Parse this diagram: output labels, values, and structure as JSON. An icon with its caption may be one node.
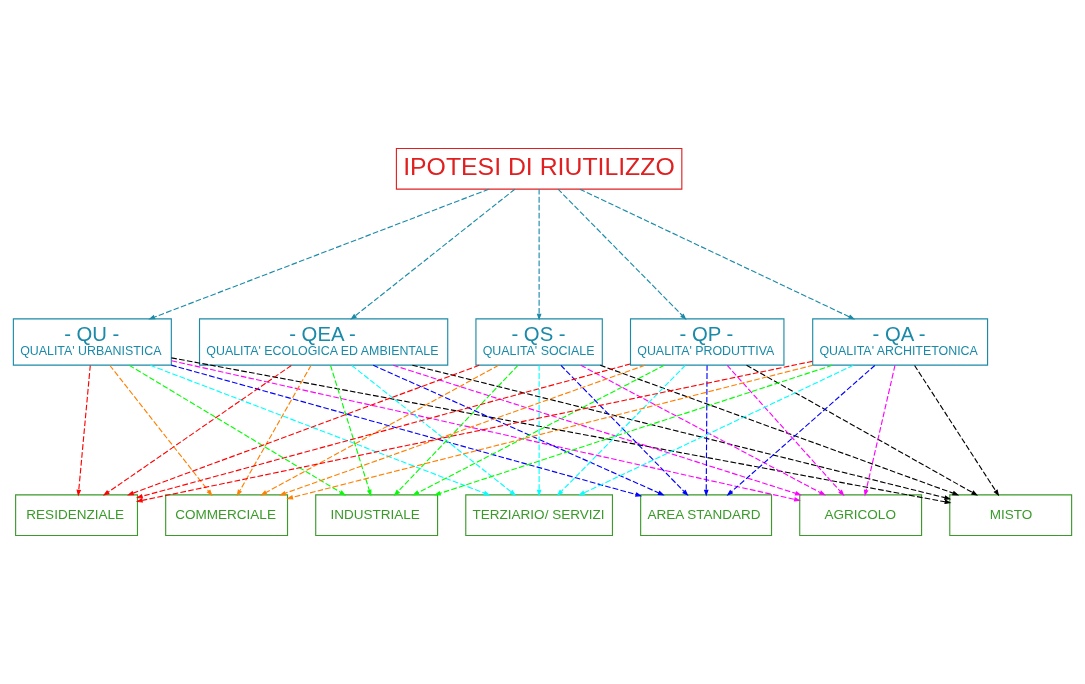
{
  "diagram": {
    "nodes": [
      {
        "text": [
          "IPOTESI DI RIUTILIZZO"
        ]
      },
      {
        "text": [
          "- QU -",
          "QUALITA' URBANISTICA"
        ]
      },
      {
        "text": [
          "- QEA -",
          "QUALITA' ECOLOGICA ED AMBIENTALE"
        ]
      },
      {
        "text": [
          "- QS -",
          "QUALITA' SOCIALE"
        ]
      },
      {
        "text": [
          "- QP -",
          "QUALITA' PRODUTTIVA"
        ]
      },
      {
        "text": [
          "- QA -",
          "QUALITA' ARCHITETONICA"
        ]
      },
      {
        "text": [
          "RESIDENZIALE"
        ]
      },
      {
        "text": [
          "COMMERCIALE"
        ]
      },
      {
        "text": [
          "INDUSTRIALE"
        ]
      },
      {
        "text": [
          "TERZIARIO/ SERVIZI"
        ]
      },
      {
        "text": [
          "AREA STANDARD"
        ]
      },
      {
        "text": [
          "AGRICOLO"
        ]
      },
      {
        "text": [
          "MISTO"
        ]
      }
    ],
    "edges": [
      {
        "from": 0,
        "to": 1,
        "arrow": "to",
        "style": "dashed",
        "color": "#1a8aa8"
      },
      {
        "from": 0,
        "to": 2,
        "arrow": "to",
        "style": "dashed",
        "color": "#1a8aa8"
      },
      {
        "from": 0,
        "to": 3,
        "arrow": "to",
        "style": "dashed",
        "color": "#1a8aa8"
      },
      {
        "from": 0,
        "to": 4,
        "arrow": "to",
        "style": "dashed",
        "color": "#1a8aa8"
      },
      {
        "from": 0,
        "to": 5,
        "arrow": "to",
        "style": "dashed",
        "color": "#1a8aa8"
      },
      {
        "from": 1,
        "to": 6,
        "arrow": "to",
        "style": "dashed",
        "color": "#ff0000"
      },
      {
        "from": 1,
        "to": 7,
        "arrow": "to",
        "style": "dashed",
        "color": "#ff8000"
      },
      {
        "from": 1,
        "to": 8,
        "arrow": "to",
        "style": "dashed",
        "color": "#00ff00"
      },
      {
        "from": 1,
        "to": 9,
        "arrow": "to",
        "style": "dashed",
        "color": "#00ffff"
      },
      {
        "from": 1,
        "to": 10,
        "arrow": "to",
        "style": "dashed",
        "color": "#0000ff"
      },
      {
        "from": 1,
        "to": 11,
        "arrow": "to",
        "style": "dashed",
        "color": "#ff00ff"
      },
      {
        "from": 1,
        "to": 12,
        "arrow": "to",
        "style": "dashed",
        "color": "#000000"
      },
      {
        "from": 2,
        "to": 6,
        "arrow": "to",
        "style": "dashed",
        "color": "#ff0000"
      },
      {
        "from": 2,
        "to": 7,
        "arrow": "to",
        "style": "dashed",
        "color": "#ff8000"
      },
      {
        "from": 2,
        "to": 8,
        "arrow": "to",
        "style": "dashed",
        "color": "#00ff00"
      },
      {
        "from": 2,
        "to": 9,
        "arrow": "to",
        "style": "dashed",
        "color": "#00ffff"
      },
      {
        "from": 2,
        "to": 10,
        "arrow": "to",
        "style": "dashed",
        "color": "#0000ff"
      },
      {
        "from": 2,
        "to": 11,
        "arrow": "to",
        "style": "dashed",
        "color": "#ff00ff"
      },
      {
        "from": 2,
        "to": 12,
        "arrow": "to",
        "style": "dashed",
        "color": "#000000"
      },
      {
        "from": 3,
        "to": 6,
        "arrow": "to",
        "style": "dashed",
        "color": "#ff0000"
      },
      {
        "from": 3,
        "to": 7,
        "arrow": "to",
        "style": "dashed",
        "color": "#ff8000"
      },
      {
        "from": 3,
        "to": 8,
        "arrow": "to",
        "style": "dashed",
        "color": "#00ff00"
      },
      {
        "from": 3,
        "to": 9,
        "arrow": "to",
        "style": "dashed",
        "color": "#00ffff"
      },
      {
        "from": 3,
        "to": 10,
        "arrow": "to",
        "style": "dashed",
        "color": "#0000ff"
      },
      {
        "from": 3,
        "to": 11,
        "arrow": "to",
        "style": "dashed",
        "color": "#ff00ff"
      },
      {
        "from": 3,
        "to": 12,
        "arrow": "to",
        "style": "dashed",
        "color": "#000000"
      },
      {
        "from": 4,
        "to": 6,
        "arrow": "to",
        "style": "dashed",
        "color": "#ff0000"
      },
      {
        "from": 4,
        "to": 7,
        "arrow": "to",
        "style": "dashed",
        "color": "#ff8000"
      },
      {
        "from": 4,
        "to": 8,
        "arrow": "to",
        "style": "dashed",
        "color": "#00ff00"
      },
      {
        "from": 4,
        "to": 9,
        "arrow": "to",
        "style": "dashed",
        "color": "#00ffff"
      },
      {
        "from": 4,
        "to": 10,
        "arrow": "to",
        "style": "dashed",
        "color": "#0000ff"
      },
      {
        "from": 4,
        "to": 11,
        "arrow": "to",
        "style": "dashed",
        "color": "#ff00ff"
      },
      {
        "from": 4,
        "to": 12,
        "arrow": "to",
        "style": "dashed",
        "color": "#000000"
      },
      {
        "from": 5,
        "to": 6,
        "arrow": "to",
        "style": "dashed",
        "color": "#ff0000"
      },
      {
        "from": 5,
        "to": 7,
        "arrow": "to",
        "style": "dashed",
        "color": "#ff8000"
      },
      {
        "from": 5,
        "to": 8,
        "arrow": "to",
        "style": "dashed",
        "color": "#00ff00"
      },
      {
        "from": 5,
        "to": 9,
        "arrow": "to",
        "style": "dashed",
        "color": "#00ffff"
      },
      {
        "from": 5,
        "to": 10,
        "arrow": "to",
        "style": "dashed",
        "color": "#0000ff"
      },
      {
        "from": 5,
        "to": 11,
        "arrow": "to",
        "style": "dashed",
        "color": "#ff00ff"
      },
      {
        "from": 5,
        "to": 12,
        "arrow": "to",
        "style": "dashed",
        "color": "#000000"
      }
    ]
  }
}
